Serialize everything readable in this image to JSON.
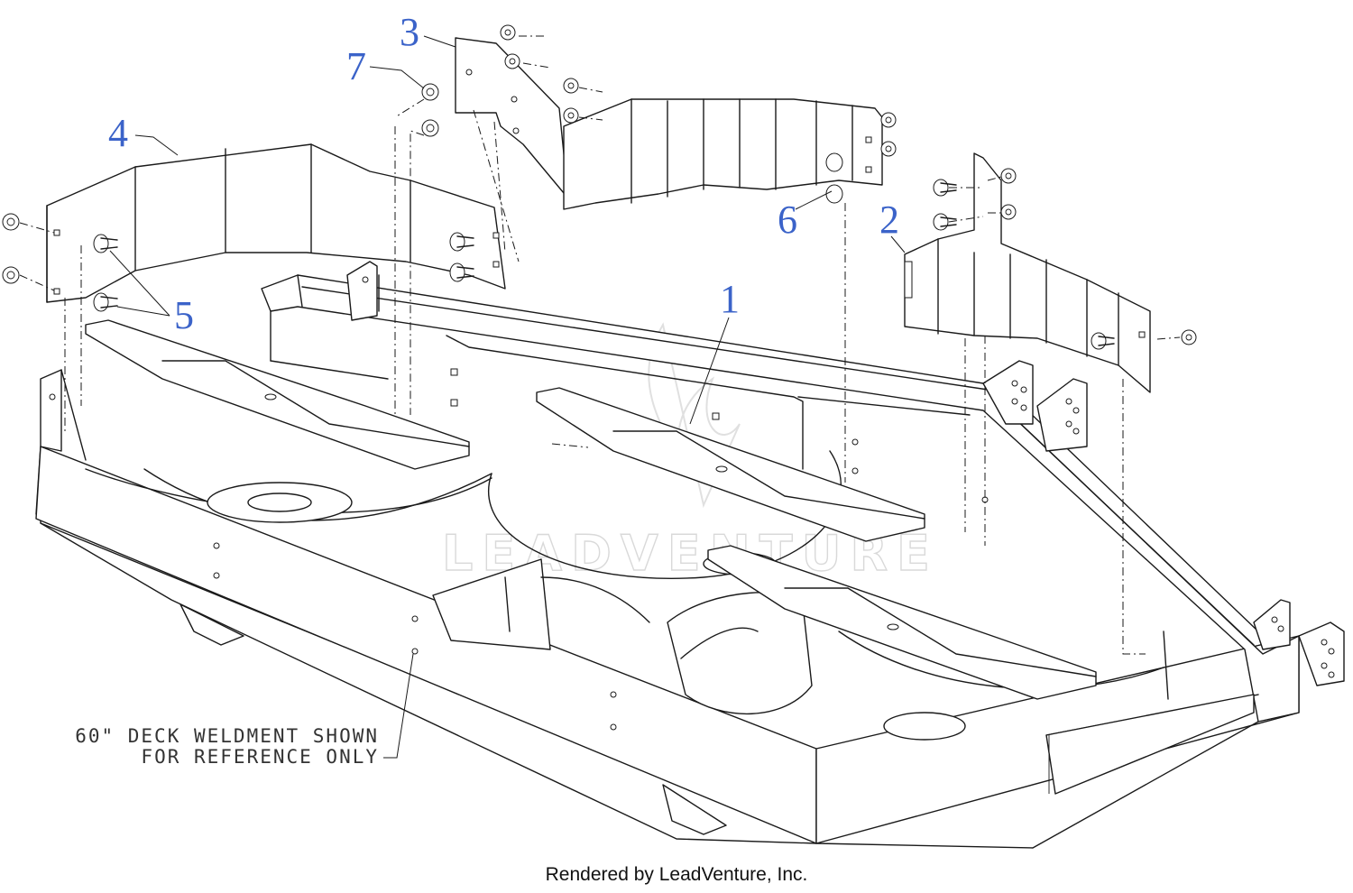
{
  "diagram": {
    "callout_color": "#3b63c9",
    "callouts": [
      {
        "id": "1",
        "label": "1"
      },
      {
        "id": "2",
        "label": "2"
      },
      {
        "id": "3",
        "label": "3"
      },
      {
        "id": "4",
        "label": "4"
      },
      {
        "id": "5",
        "label": "5"
      },
      {
        "id": "6",
        "label": "6"
      },
      {
        "id": "7",
        "label": "7"
      }
    ],
    "note_line1": "60\" DECK WELDMENT SHOWN",
    "note_line2": "FOR REFERENCE ONLY",
    "watermark": "LEADVENTURE"
  },
  "footer": {
    "text": "Rendered by LeadVenture, Inc."
  }
}
